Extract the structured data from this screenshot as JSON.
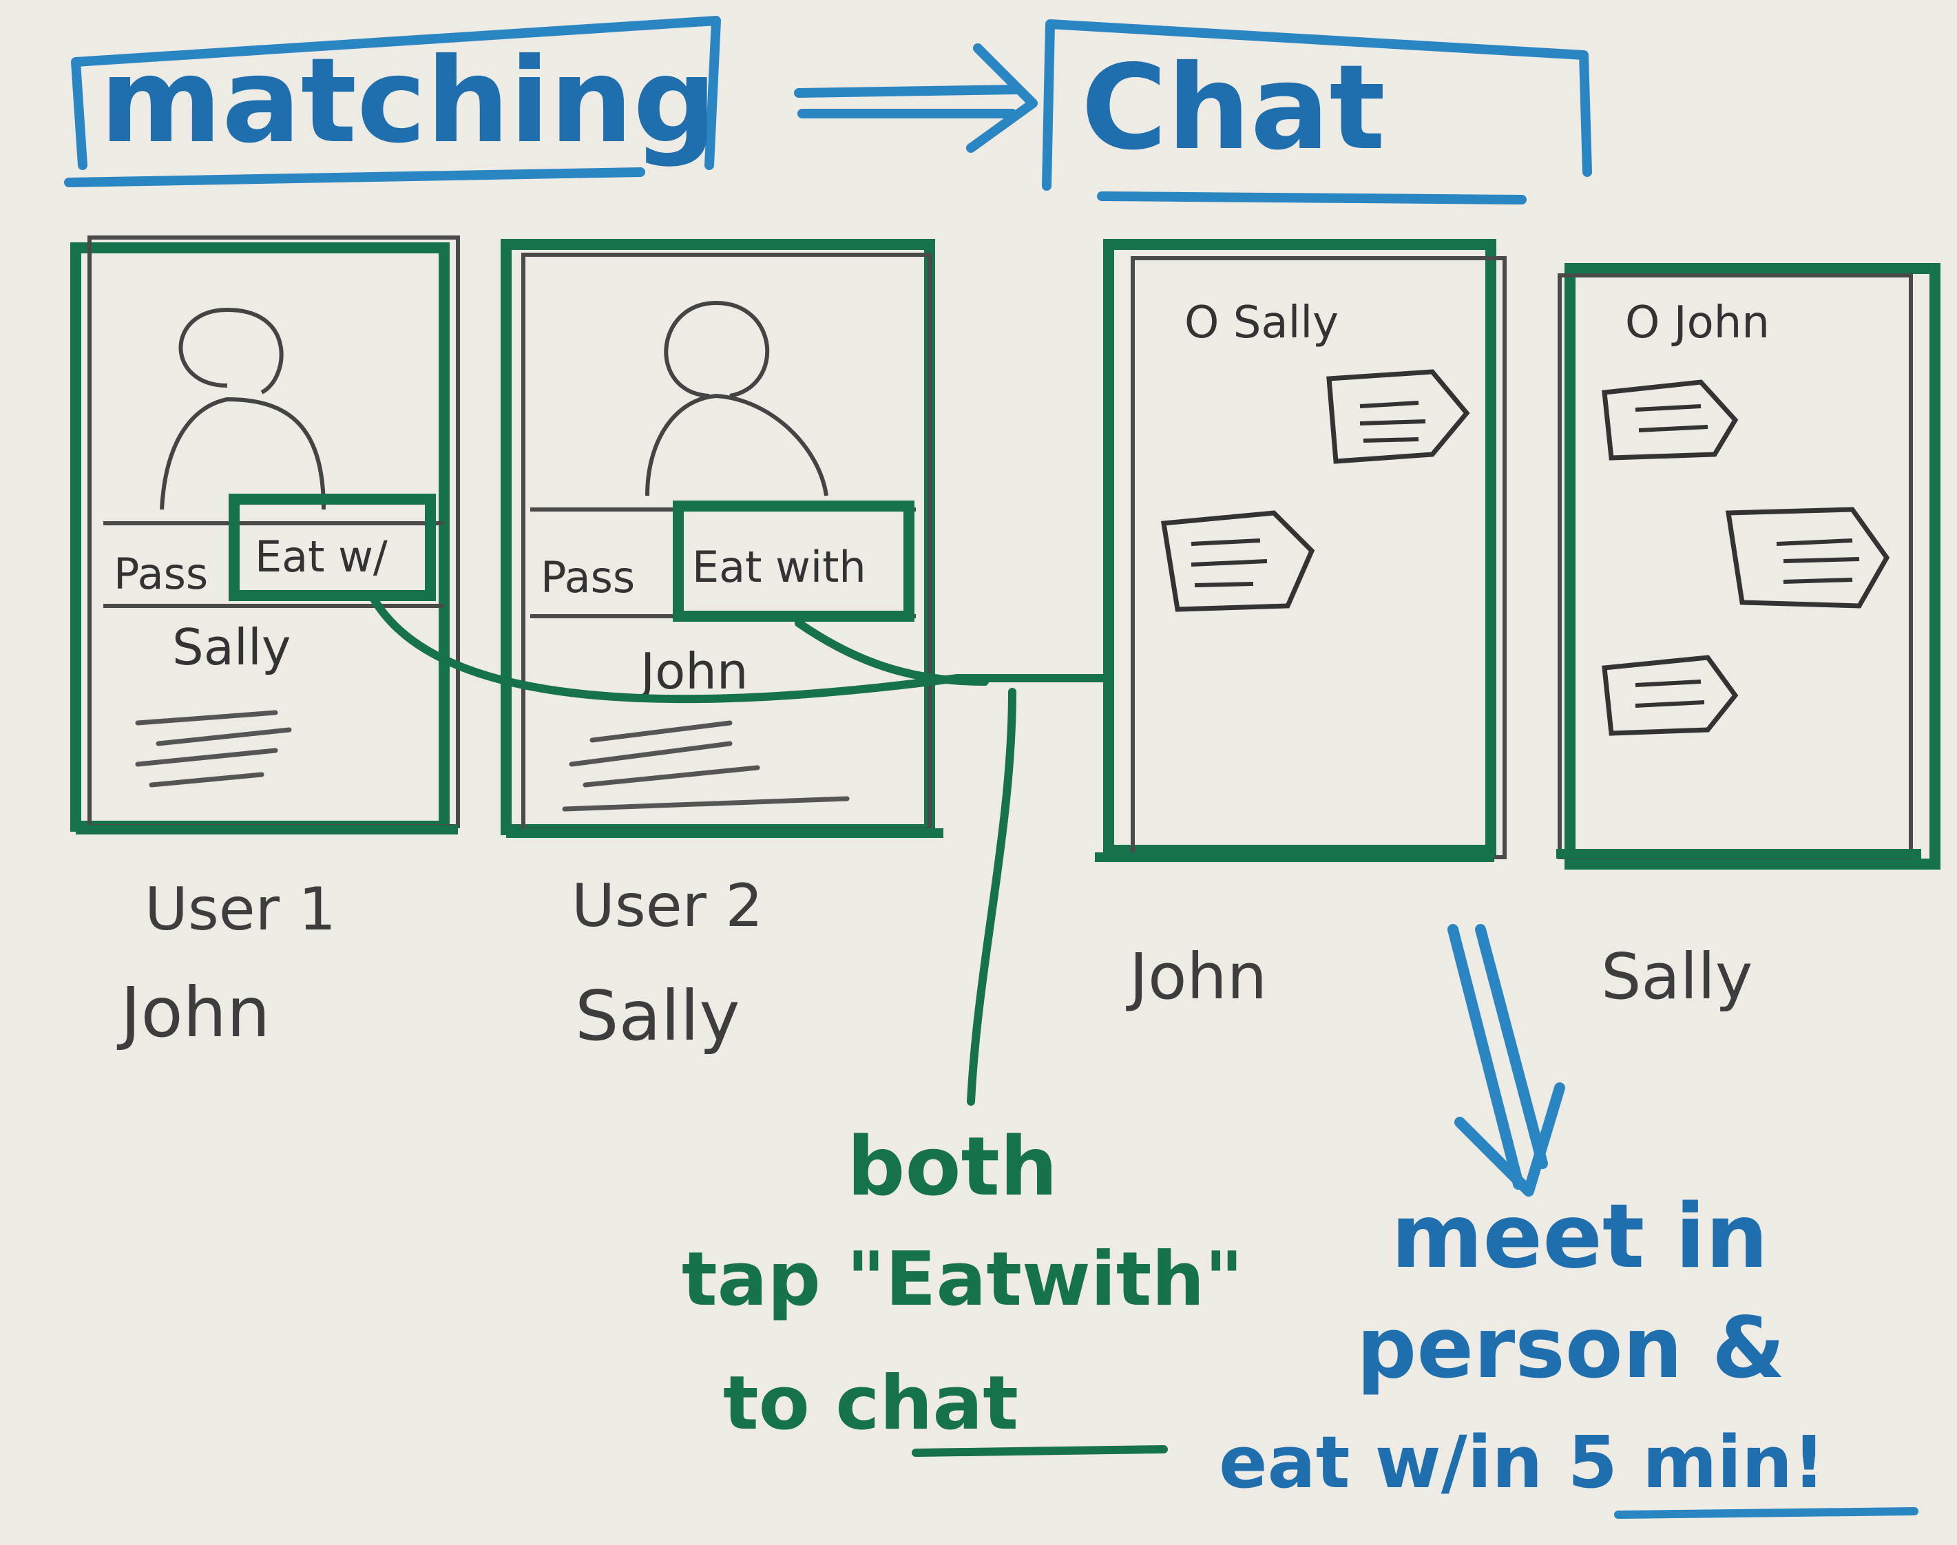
{
  "header": {
    "left_title": "matching",
    "right_title": "Chat"
  },
  "colors": {
    "paper": "#eeebe4",
    "green_marker": "#16724a",
    "blue_marker": "#1f6fae",
    "pencil": "#4a4a4a"
  },
  "screens": {
    "match_1": {
      "pass_label": "Pass",
      "eat_label": "Eat w/",
      "profile_name": "Sally",
      "caption_line1": "User 1",
      "caption_line2": "John"
    },
    "match_2": {
      "pass_label": "Pass",
      "eat_label": "Eat with",
      "profile_name": "John",
      "caption_line1": "User 2",
      "caption_line2": "Sally"
    },
    "chat_1": {
      "header_name": "O Sally",
      "caption": "John"
    },
    "chat_2": {
      "header_name": "O John",
      "caption": "Sally"
    }
  },
  "notes": {
    "green_note": [
      "both",
      "tap \"Eatwith\"",
      "to chat"
    ],
    "blue_note": [
      "meet in",
      "person &",
      "eat w/in 5 min!"
    ]
  }
}
